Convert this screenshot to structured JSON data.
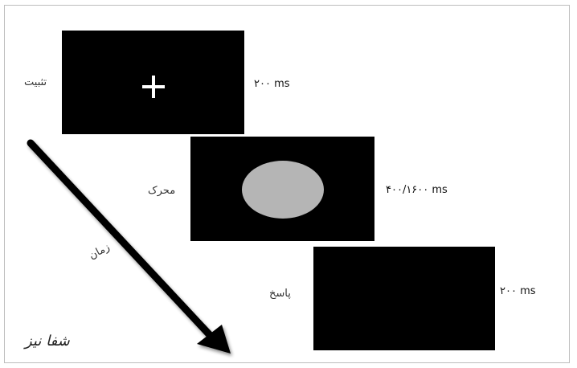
{
  "stages": [
    {
      "label": "تثبیت",
      "duration": "۲۰۰ ms"
    },
    {
      "label": "محرک",
      "duration": "۴۰۰/۱۶۰۰ ms"
    },
    {
      "label": "پاسخ",
      "duration": "۲۰۰ ms"
    }
  ],
  "time_label": "زمان",
  "watermark": "شفا نیز",
  "colors": {
    "screen": "#000000",
    "fixation_cross": "#ffffff",
    "stimulus": "#b5b5b5",
    "arrow": "#000000"
  }
}
